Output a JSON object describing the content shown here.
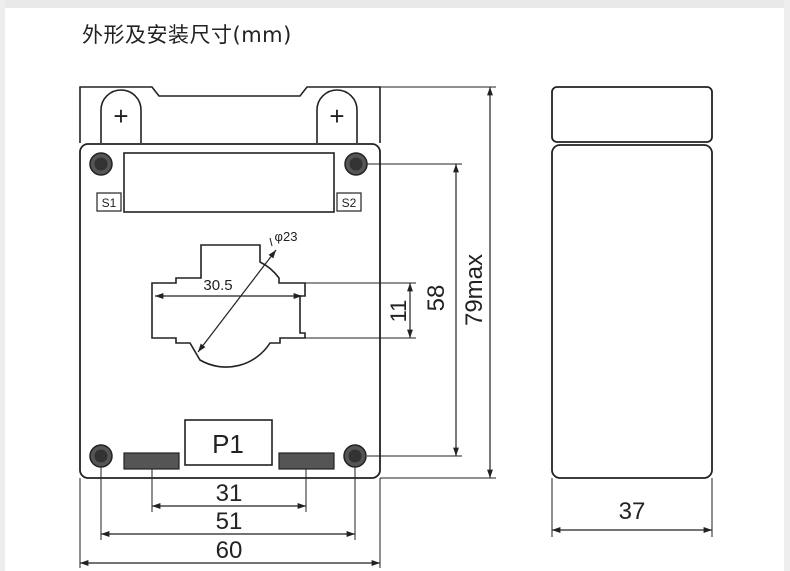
{
  "title": "外形及安装尺寸(mm)",
  "front_view": {
    "terminal_left_symbol": "+",
    "terminal_right_symbol": "+",
    "label_s1": "S1",
    "label_s2": "S2",
    "label_p1": "P1",
    "dim_window_width": "30.5",
    "dim_hole_diameter": "φ23",
    "dim_window_height": "11",
    "dim_mount_vertical": "58",
    "dim_overall_height": "79max",
    "dim_mount_horizontal_inner": "31",
    "dim_mount_horizontal_outer": "51",
    "dim_overall_width": "60"
  },
  "side_view": {
    "dim_depth": "37"
  }
}
